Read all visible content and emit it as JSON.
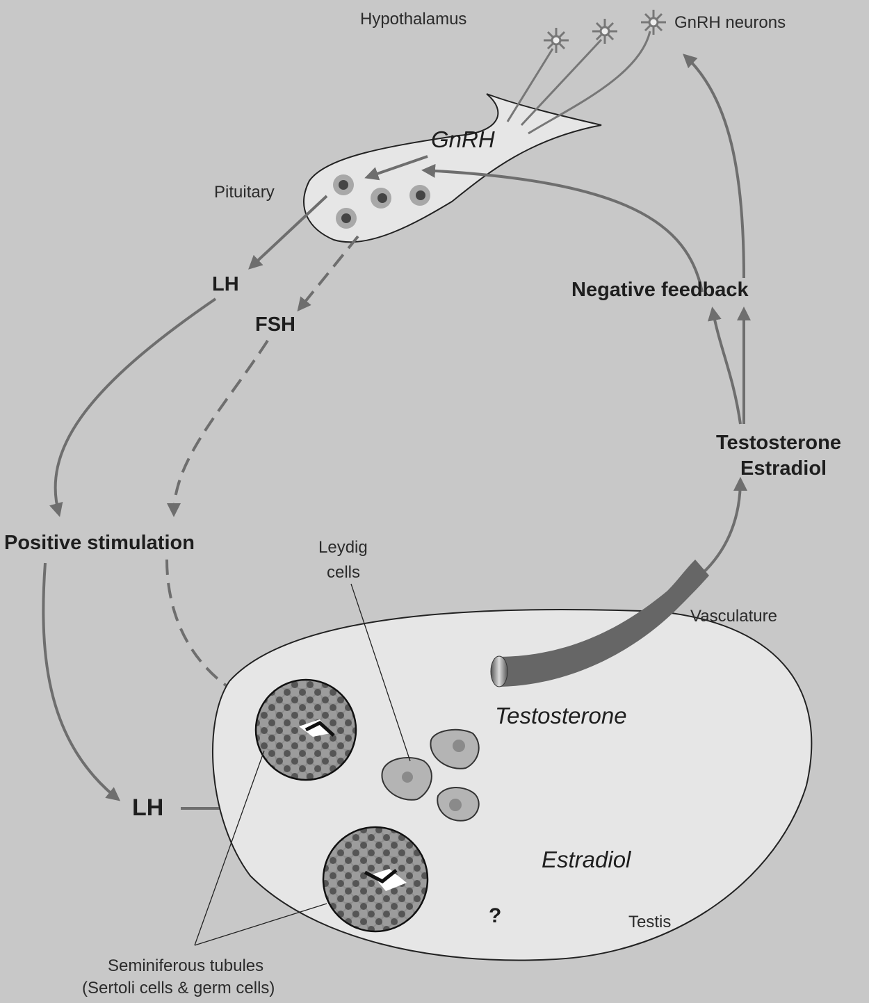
{
  "labels": {
    "hypothalamus": "Hypothalamus",
    "gnrh_neurons": "GnRH neurons",
    "gnrh": "GnRH",
    "pituitary": "Pituitary",
    "lh_top": "LH",
    "fsh": "FSH",
    "negative_feedback": "Negative feedback",
    "testosterone_top": "Testosterone",
    "estradiol_top": "Estradiol",
    "positive_stimulation": "Positive stimulation",
    "leydig_line1": "Leydig",
    "leydig_line2": "cells",
    "vasculature": "Vasculature",
    "testosterone_testis": "Testosterone",
    "estradiol_testis": "Estradiol",
    "lh_bottom": "LH",
    "question": "?",
    "testis": "Testis",
    "seminiferous_line1": "Seminiferous tubules",
    "seminiferous_line2": "(Sertoli cells & germ cells)"
  },
  "colors": {
    "background": "#c8c8c8",
    "arrow": "#6e6e6e",
    "organ_fill": "#e6e6e6",
    "vessel": "#666666"
  }
}
